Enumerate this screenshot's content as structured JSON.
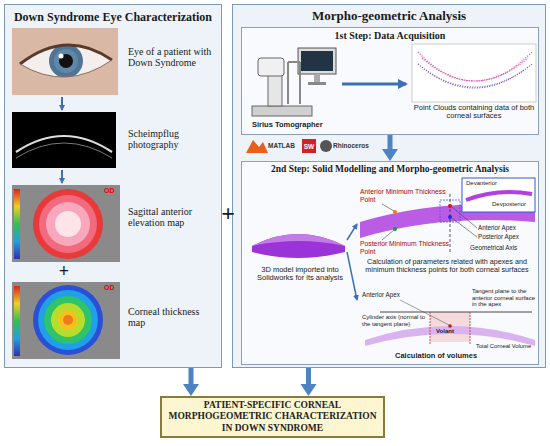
{
  "diagram": {
    "nodes": [
      {
        "text": [
          "Down Syndrome Eye Characterization"
        ]
      },
      {
        "text": [
          "Morpho-geometric Analysis"
        ]
      },
      {
        "text": [
          "1st Step: Data Acquisition"
        ],
        "in": 1
      },
      {
        "text": [
          "2nd Step: Solid Modelling and Morpho-geometric Analysis"
        ],
        "in": 1
      },
      {
        "text": [
          "PATIENT-SPECIFIC CORNEAL MORPHOGEOMETRIC CHARACTERIZATION IN DOWN SYNDROME"
        ]
      }
    ],
    "edges": [
      {
        "from": 0,
        "to": 4,
        "arrow": "to"
      },
      {
        "from": 1,
        "to": 4,
        "arrow": "to"
      },
      {
        "from": 2,
        "to": 3,
        "arrow": "to"
      }
    ],
    "labels": [
      "Eye of a patient with Down Syndrome",
      "Scheimpflug photography",
      "Sagittal anterior elevation map",
      "+",
      "Corneal thickness map",
      "+",
      "Sirius Tomographer",
      "Point Clouds containing data of both corneal surfaces",
      "MATLAB",
      "SW",
      "Rhinoceros",
      "3D model imported into Solidworks for its analysis",
      "Anterior Minimum Thickness Point",
      "Posterior Minimum Thickness Point",
      "Anterior Apex",
      "Posterior Apex",
      "Geometrical Axis",
      "Devanterior",
      "Devposterior",
      "Calculation of parameters related with apexes and minimum thickness points for both corneal surfaces",
      "Anterior Apex",
      "Tangent plane to the anterior corneal surface in the apex",
      "Cylinder axis (normal to the tangent plane)",
      "Volant",
      "Total Corneal Volume",
      "Calculation of volumes",
      "OD",
      "OD"
    ]
  }
}
